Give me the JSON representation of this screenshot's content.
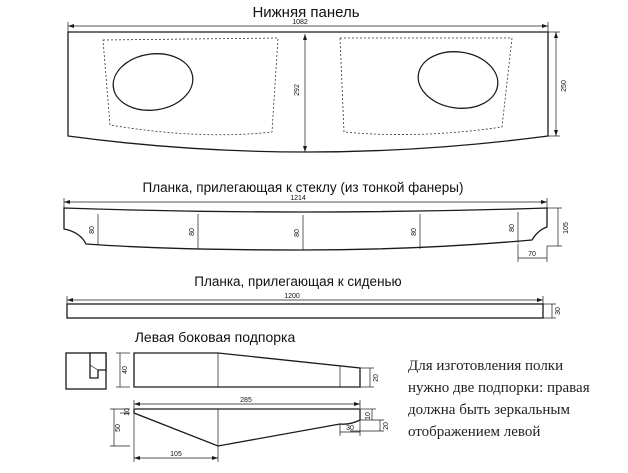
{
  "bottom_panel": {
    "title": "Нижняя панель",
    "dim_width": "1082",
    "dim_height_center": "292",
    "dim_height_side": "250"
  },
  "glass_strip": {
    "title": "Планка, прилегающая к стеклу (из тонкой фанеры)",
    "dim_length": "1214",
    "dim_80_a": "80",
    "dim_80_b": "80",
    "dim_80_c": "80",
    "dim_80_d": "80",
    "dim_80_e": "80",
    "dim_105": "105",
    "dim_70": "70"
  },
  "seat_strip": {
    "title": "Планка, прилегающая к сиденью",
    "dim_length": "1200",
    "dim_30": "30"
  },
  "left_support": {
    "title": "Левая боковая подпорка",
    "dim_40": "40",
    "dim_20_top": "20",
    "dim_285": "285",
    "dim_50": "50",
    "dim_10_left": "10",
    "dim_10_right": "10",
    "dim_20_bottom": "20",
    "dim_30": "30",
    "dim_105": "105"
  },
  "note": {
    "line1": "Для изготовления полки",
    "line2": "нужно две подпорки: правая",
    "line3": "должна быть зеркальным",
    "line4": "отображением левой"
  }
}
